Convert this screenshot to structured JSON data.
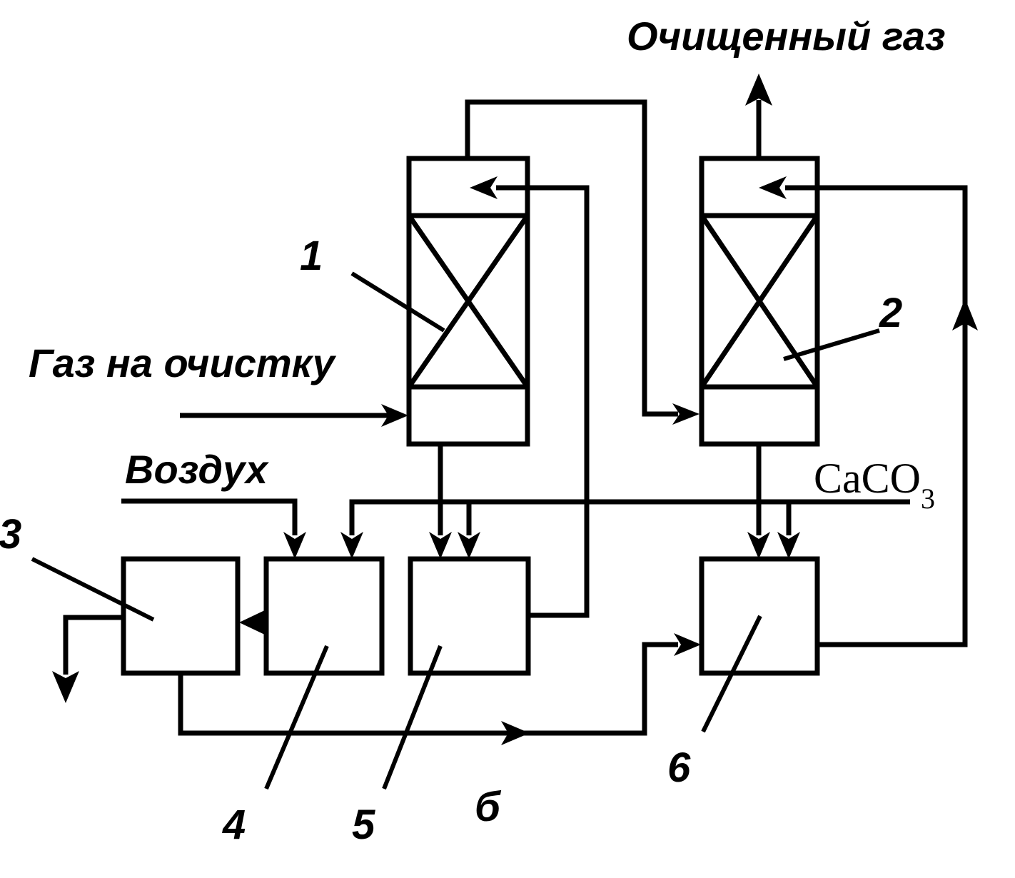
{
  "labels": {
    "purified_gas": "Очищенный газ",
    "gas_in": "Газ на очистку",
    "air": "Воздух",
    "caco3_main": "CaCO",
    "caco3_sub": "3"
  },
  "numbers": {
    "n1": "1",
    "n2": "2",
    "n3": "3",
    "n4": "4",
    "n5": "5",
    "n6": "6",
    "n6_alt": "б"
  }
}
